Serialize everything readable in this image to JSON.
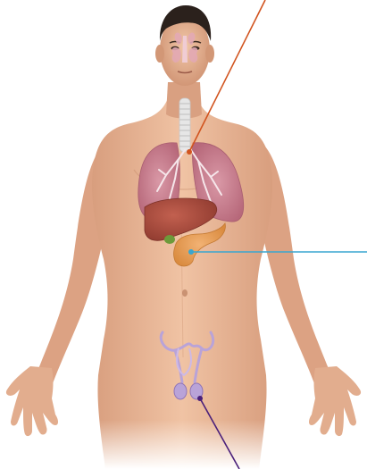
{
  "colors": {
    "background": "#ffffff",
    "skin": "#e7b494",
    "skin_shadow": "#c98f6d",
    "hair": "#2b211c",
    "lungs": "#c77e8c",
    "bronchi": "#f6e6ea",
    "liver": "#b04b3d",
    "gallbladder": "#6d9a3a",
    "pancreas": "#e59a52",
    "sinus": "#e2a8b4",
    "trachea": "#e8e8e8",
    "reproductive": "#b9a3d8",
    "leader_sinus_trachea": "#d2541f",
    "leader_pancreas": "#39a6d0",
    "leader_reproductive": "#4a1f7a"
  },
  "labels": [
    {
      "key": "leader_sinus_trachea",
      "text": "",
      "color": "#d2541f"
    },
    {
      "key": "leader_pancreas",
      "text": "",
      "color": "#39a6d0"
    },
    {
      "key": "leader_reproductive",
      "text": "",
      "color": "#4a1f7a"
    }
  ]
}
